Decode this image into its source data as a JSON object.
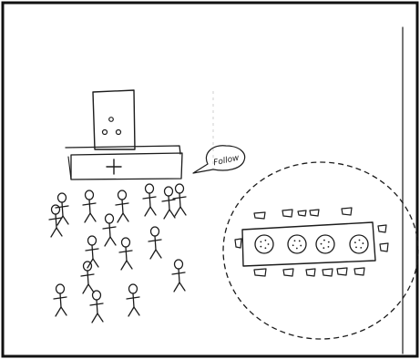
{
  "speech_bubble": {
    "label": "Follow"
  },
  "congregation": {
    "figure_count": 16
  },
  "dining_table": {
    "plate_count": 4,
    "chair_count": 14
  }
}
